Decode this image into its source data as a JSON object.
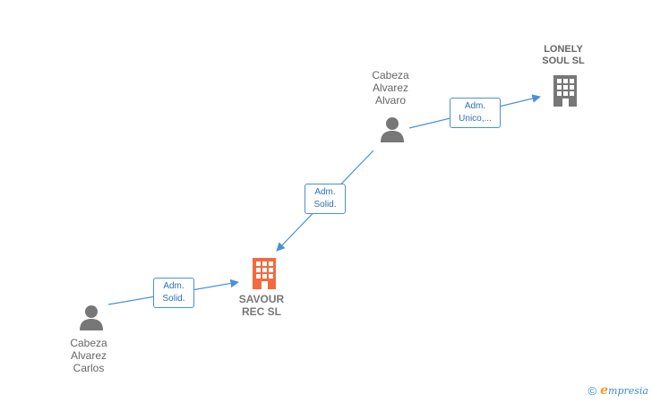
{
  "nodes": {
    "cabeza_alvaro": {
      "label": "Cabeza\nAlvarez\nAlvaro",
      "type": "person"
    },
    "cabeza_carlos": {
      "label": "Cabeza\nAlvarez\nCarlos",
      "type": "person"
    },
    "lonely_soul": {
      "label": "LONELY\nSOUL  SL",
      "type": "company"
    },
    "savour_rec": {
      "label": "SAVOUR\nREC  SL",
      "type": "company-main"
    }
  },
  "edges": {
    "alvaro_to_lonely": {
      "label": "Adm.\nUnico,..."
    },
    "alvaro_to_savour": {
      "label": "Adm.\nSolid."
    },
    "carlos_to_savour": {
      "label": "Adm.\nSolid."
    }
  },
  "footer": {
    "copyright_symbol": "©",
    "brand_initial": "e",
    "brand_rest": "mpresia"
  },
  "colors": {
    "person_icon": "#777777",
    "company_icon": "#777777",
    "main_company_icon": "#f26a3d",
    "edge_line": "#4a90d9",
    "edge_text": "#2e6fb8",
    "brand_accent": "#f29a1f"
  }
}
